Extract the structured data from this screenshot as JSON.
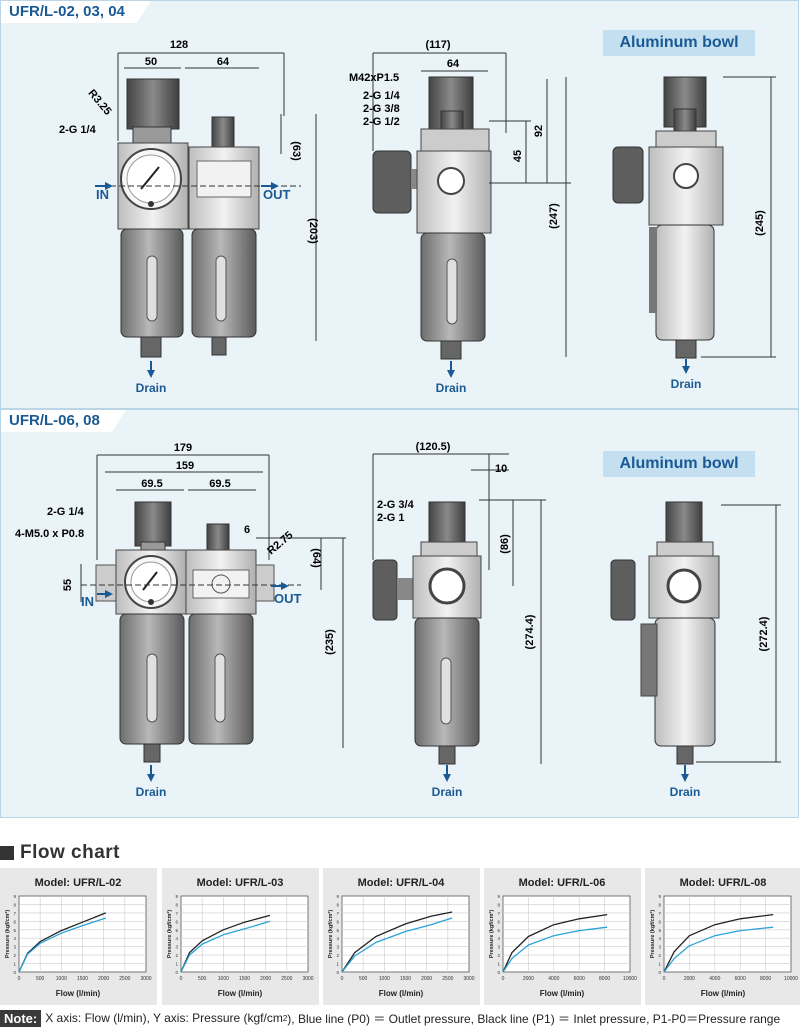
{
  "section1": {
    "title": "UFR/L-02, 03, 04",
    "aluminum_label": "Aluminum bowl",
    "dims": {
      "d128": "128",
      "d50": "50",
      "d64a": "64",
      "r325": "R3.25",
      "g14": "2-G 1/4",
      "d63": "(63)",
      "d203": "(203)",
      "d117": "(117)",
      "d64b": "64",
      "m42": "M42xP1.5",
      "g14b": "2-G 1/4",
      "g38": "2-G 3/8",
      "g12": "2-G 1/2",
      "d45": "45",
      "d92": "92",
      "d247": "(247)",
      "d245": "(245)"
    },
    "in_label": "IN",
    "out_label": "OUT",
    "drain_label": "Drain"
  },
  "section2": {
    "title": "UFR/L-06, 08",
    "aluminum_label": "Aluminum bowl",
    "dims": {
      "d179": "179",
      "d159": "159",
      "d695a": "69.5",
      "d695b": "69.5",
      "d6": "6",
      "r275": "R2.75",
      "g14": "2-G 1/4",
      "m5": "4-M5.0 x P0.8",
      "d55": "55",
      "d64": "(64)",
      "d235": "(235)",
      "d1205": "(120.5)",
      "d10": "10",
      "g34": "2-G 3/4",
      "g1": "2-G 1",
      "d86": "(86)",
      "d2744": "(274.4)",
      "d2724": "(272.4)"
    },
    "in_label": "IN",
    "out_label": "OUT",
    "drain_label": "Drain"
  },
  "flow": {
    "heading": "Flow chart",
    "ylabel": "Pressure (kgf/cm²)",
    "xlabel": "Flow (l/min)",
    "colors": {
      "inlet": "#222222",
      "outlet": "#29a3d8"
    }
  },
  "chart_data": [
    {
      "type": "line",
      "title": "Model: UFR/L-02",
      "xlabel": "Flow (l/min)",
      "ylabel": "Pressure (kgf/cm²)",
      "xticks": [
        "0",
        "500",
        "1000",
        "1500",
        "2000",
        "2500",
        "3000"
      ],
      "xlim": [
        0,
        3000
      ],
      "ylim": [
        0,
        9
      ],
      "yticks": [
        "0",
        "1",
        "2",
        "3",
        "4",
        "5",
        "6",
        "7",
        "8",
        "9"
      ],
      "series": [
        {
          "x": [
            0,
            200,
            500,
            1000,
            1500,
            2050
          ],
          "y": [
            0,
            2.2,
            3.6,
            4.9,
            5.9,
            7.0
          ]
        },
        {
          "x": [
            0,
            200,
            500,
            1000,
            1500,
            2050
          ],
          "y": [
            0,
            2.1,
            3.4,
            4.6,
            5.5,
            6.4
          ]
        }
      ]
    },
    {
      "type": "line",
      "title": "Model: UFR/L-03",
      "xlabel": "Flow (l/min)",
      "ylabel": "Pressure (kgf/cm²)",
      "xticks": [
        "0",
        "500",
        "1000",
        "1500",
        "2000",
        "2500",
        "3000"
      ],
      "xlim": [
        0,
        3000
      ],
      "ylim": [
        0,
        9
      ],
      "yticks": [
        "0",
        "1",
        "2",
        "3",
        "4",
        "5",
        "6",
        "7",
        "8",
        "9"
      ],
      "series": [
        {
          "x": [
            0,
            200,
            500,
            1000,
            1500,
            2100
          ],
          "y": [
            0,
            2.3,
            3.7,
            5.0,
            5.9,
            6.7
          ]
        },
        {
          "x": [
            0,
            200,
            500,
            1000,
            1500,
            2100
          ],
          "y": [
            0,
            2.0,
            3.3,
            4.4,
            5.1,
            6.0
          ]
        }
      ]
    },
    {
      "type": "line",
      "title": "Model: UFR/L-04",
      "xlabel": "Flow (l/min)",
      "ylabel": "Pressure (kgf/cm²)",
      "xticks": [
        "0",
        "500",
        "1000",
        "1500",
        "2000",
        "2500",
        "3000"
      ],
      "xlim": [
        0,
        3000
      ],
      "ylim": [
        0,
        9
      ],
      "yticks": [
        "0",
        "1",
        "2",
        "3",
        "4",
        "5",
        "6",
        "7",
        "8",
        "9"
      ],
      "series": [
        {
          "x": [
            0,
            300,
            800,
            1500,
            2100,
            2600
          ],
          "y": [
            0,
            2.3,
            4.2,
            5.7,
            6.6,
            7.1
          ]
        },
        {
          "x": [
            0,
            300,
            800,
            1500,
            2100,
            2600
          ],
          "y": [
            0,
            1.9,
            3.5,
            4.8,
            5.6,
            6.4
          ]
        }
      ]
    },
    {
      "type": "line",
      "title": "Model: UFR/L-06",
      "xlabel": "Flow (l/min)",
      "ylabel": "Pressure (kgf/cm²)",
      "xticks": [
        "0",
        "2000",
        "4000",
        "6000",
        "8000",
        "10000"
      ],
      "xlim": [
        0,
        10000
      ],
      "ylim": [
        0,
        9
      ],
      "yticks": [
        "0",
        "1",
        "2",
        "3",
        "4",
        "5",
        "6",
        "7",
        "8",
        "9"
      ],
      "series": [
        {
          "x": [
            0,
            700,
            2000,
            4000,
            6000,
            8200
          ],
          "y": [
            0,
            2.3,
            4.2,
            5.6,
            6.3,
            6.8
          ]
        },
        {
          "x": [
            0,
            700,
            2000,
            4000,
            6000,
            8200
          ],
          "y": [
            0,
            1.6,
            3.2,
            4.3,
            4.9,
            5.3
          ]
        }
      ]
    },
    {
      "type": "line",
      "title": "Model: UFR/L-08",
      "xlabel": "Flow (l/min)",
      "ylabel": "Pressure (kgf/cm²)",
      "xticks": [
        "0",
        "2000",
        "4000",
        "6000",
        "8000",
        "10000"
      ],
      "xlim": [
        0,
        10000
      ],
      "ylim": [
        0,
        9
      ],
      "yticks": [
        "0",
        "1",
        "2",
        "3",
        "4",
        "5",
        "6",
        "7",
        "8",
        "9"
      ],
      "series": [
        {
          "x": [
            0,
            800,
            2000,
            4000,
            6000,
            8600
          ],
          "y": [
            0,
            2.4,
            4.3,
            5.6,
            6.3,
            6.8
          ]
        },
        {
          "x": [
            0,
            800,
            2000,
            4000,
            6000,
            8600
          ],
          "y": [
            0,
            1.6,
            3.1,
            4.3,
            4.9,
            5.3
          ]
        }
      ]
    }
  ],
  "note": {
    "tag": "Note:",
    "text_a": "X axis: Flow (l/min), Y axis: Pressure (kgf/cm",
    "sup": "2",
    "text_b": "), Blue line (P0) ＝ Outlet pressure, Black line (P1) ＝ Inlet pressure, P1-P0＝Pressure range"
  }
}
